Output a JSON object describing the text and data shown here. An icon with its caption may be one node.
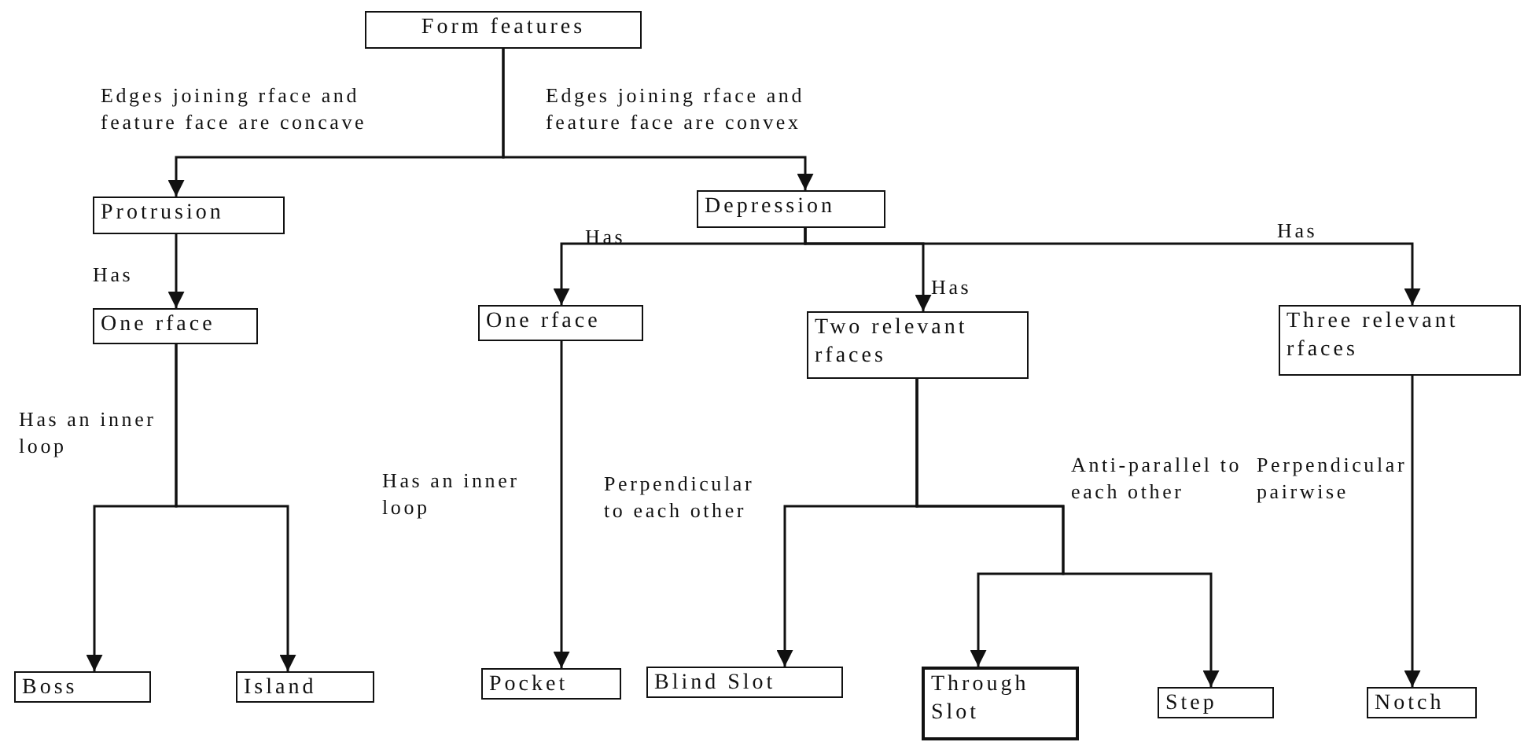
{
  "diagram": {
    "nodes": [
      {
        "text": [
          "Form features"
        ]
      },
      {
        "text": [
          "Protrusion"
        ]
      },
      {
        "text": [
          "Depression"
        ]
      },
      {
        "text": [
          "One rface"
        ]
      },
      {
        "text": [
          "One rface"
        ]
      },
      {
        "text": [
          "Two relevant rfaces"
        ]
      },
      {
        "text": [
          "Three relevant rfaces"
        ]
      },
      {
        "text": [
          "Boss"
        ]
      },
      {
        "text": [
          "Island"
        ]
      },
      {
        "text": [
          "Pocket"
        ]
      },
      {
        "text": [
          "Blind Slot"
        ]
      },
      {
        "text": [
          "Through Slot"
        ]
      },
      {
        "text": [
          "Step"
        ]
      },
      {
        "text": [
          "Notch"
        ]
      }
    ],
    "edges": [
      {
        "from": 0,
        "to": 1,
        "arrow": "to",
        "label": "Edges joining rface and feature face are concave"
      },
      {
        "from": 0,
        "to": 2,
        "arrow": "to",
        "label": "Edges joining rface and feature face are convex"
      },
      {
        "from": 1,
        "to": 3,
        "arrow": "to",
        "label": "Has"
      },
      {
        "from": 2,
        "to": 4,
        "arrow": "to",
        "label": "Has"
      },
      {
        "from": 2,
        "to": 5,
        "arrow": "to",
        "label": "Has"
      },
      {
        "from": 2,
        "to": 6,
        "arrow": "to",
        "label": "Has"
      },
      {
        "from": 3,
        "to": 7,
        "arrow": "to",
        "label": "Has an inner loop"
      },
      {
        "from": 3,
        "to": 8,
        "arrow": "to"
      },
      {
        "from": 4,
        "to": 9,
        "arrow": "to",
        "label": "Has an inner loop"
      },
      {
        "from": 5,
        "to": 10,
        "arrow": "to",
        "label": "Perpendicular to each other"
      },
      {
        "from": 5,
        "to": 11,
        "arrow": "to",
        "label": "Anti-parallel to each other"
      },
      {
        "from": 5,
        "to": 12,
        "arrow": "to"
      },
      {
        "from": 6,
        "to": 13,
        "arrow": "to",
        "label": "Perpendicular pairwise"
      }
    ]
  }
}
